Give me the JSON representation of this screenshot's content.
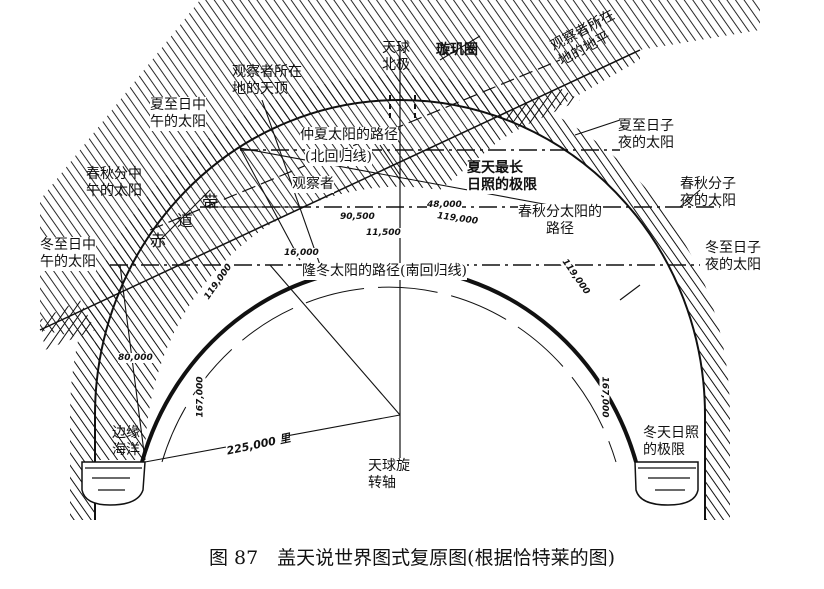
{
  "labels": {
    "north_pole": [
      "天球",
      "北极"
    ],
    "xuanji_circle": "璇玑圈",
    "zenith": [
      "观察者所在",
      "地的天顶"
    ],
    "horizon": [
      "观察者所在",
      "地的地平"
    ],
    "summer_noon_sun": [
      "夏至日中",
      "午的太阳"
    ],
    "midsummer_path": "仲夏太阳的路径",
    "tropic_cancer": "(北回归线)",
    "summer_midnight_sun": [
      "夏至日子",
      "夜的太阳"
    ],
    "equinox_noon_sun": [
      "春秋分中",
      "午的太阳"
    ],
    "observer": "观察者",
    "summer_limit": [
      "夏天最长",
      "日照的极限"
    ],
    "equinox_midnight_sun": [
      "春秋分子",
      "夜的太阳"
    ],
    "equator_band": [
      "赤",
      "道",
      "带"
    ],
    "equinox_path": [
      "春秋分太阳的",
      "路径"
    ],
    "winter_noon_sun": [
      "冬至日中",
      "午的太阳"
    ],
    "winter_midnight_sun": [
      "冬至日子",
      "夜的太阳"
    ],
    "midwinter_path": "隆冬太阳的路径(南回归线)",
    "ocean": [
      "边缘",
      "海洋"
    ],
    "winter_limit": [
      "冬天日照",
      "的极限"
    ],
    "rotation_axis": [
      "天球旋",
      "转轴"
    ]
  },
  "distances": {
    "d_90500": "90,500",
    "d_48000": "48,000",
    "d_119000_top": "119,000",
    "d_11500": "11,500",
    "d_16000": "16,000",
    "d_119000_left": "119,000",
    "d_119000_right": "119,000",
    "d_80000": "80,000",
    "d_167000_left": "167,000",
    "d_167000_right": "167,000",
    "d_225000": "225,000 里"
  },
  "caption": "图 87　盖天说世界图式复原图(根据恰特莱的图)"
}
